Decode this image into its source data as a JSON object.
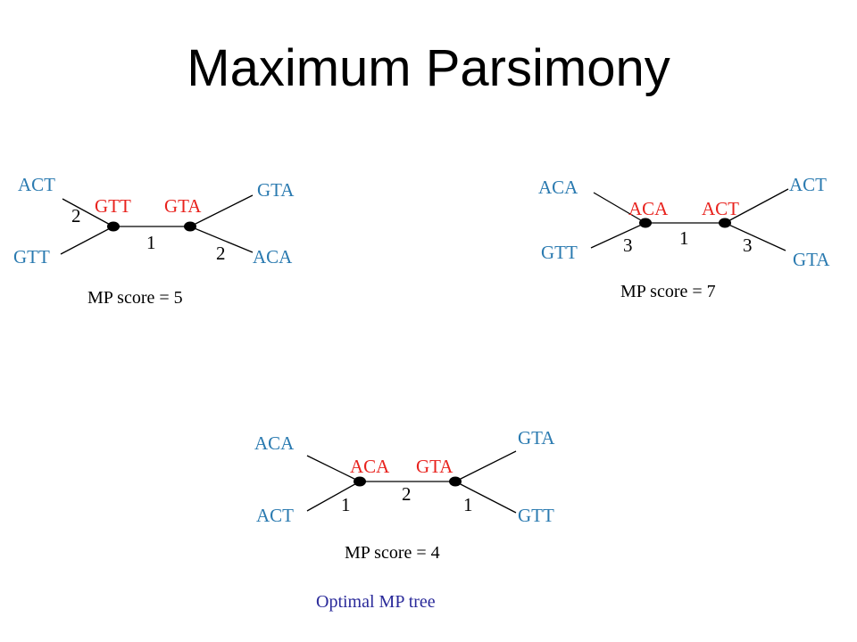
{
  "title": "Maximum Parsimony",
  "colors": {
    "internal_label": "#e8231e",
    "caption": "#2a2a9a",
    "text": "#000000"
  },
  "trees": [
    {
      "leaves": [
        "ACT",
        "GTT",
        "GTA",
        "ACA"
      ],
      "internal": [
        "GTT",
        "GTA"
      ],
      "weights": [
        "2",
        "1",
        "2"
      ],
      "score": "MP score = 5"
    },
    {
      "leaves": [
        "ACA",
        "GTT",
        "ACT",
        "GTA"
      ],
      "internal": [
        "ACA",
        "ACT"
      ],
      "weights": [
        "3",
        "1",
        "3"
      ],
      "score": "MP score = 7"
    },
    {
      "leaves": [
        "ACA",
        "ACT",
        "GTA",
        "GTT"
      ],
      "internal": [
        "ACA",
        "GTA"
      ],
      "weights": [
        "1",
        "2",
        "1"
      ],
      "score": "MP score = 4",
      "caption": "Optimal MP tree"
    }
  ]
}
